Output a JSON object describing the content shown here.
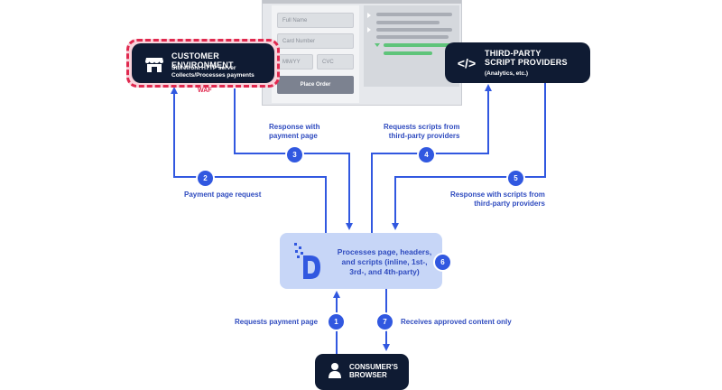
{
  "mockup": {
    "full_name_placeholder": "Full Name",
    "card_number_placeholder": "Card Number",
    "mmyy_placeholder": "MM/YY",
    "cvc_placeholder": "CVC",
    "place_order_label": "Place Order"
  },
  "customer_environment": {
    "title": "CUSTOMER ENVIRONMENT",
    "line1": "Storefront HTTP server",
    "line2": "Collects/Processes payments",
    "waf_label": "WAF",
    "icon": "storefront-icon"
  },
  "third_party": {
    "title_line1": "THIRD-PARTY",
    "title_line2": "SCRIPT PROVIDERS",
    "subtitle": "(Analytics, etc.)",
    "icon": "code-icon"
  },
  "processor": {
    "text_line1": "Processes page, headers,",
    "text_line2": "and scripts (inline, 1st-,",
    "text_line3": "3rd-, and 4th-party)",
    "icon": "d-logo-icon"
  },
  "consumer": {
    "title_line1": "CONSUMER'S",
    "title_line2": "BROWSER",
    "icon": "person-icon"
  },
  "steps": [
    {
      "number": "1",
      "label": "Requests payment page"
    },
    {
      "number": "2",
      "label": "Payment page request"
    },
    {
      "number": "3",
      "label_line1": "Response with",
      "label_line2": "payment page"
    },
    {
      "number": "4",
      "label_line1": "Requests scripts from",
      "label_line2": "third-party providers"
    },
    {
      "number": "5",
      "label_line1": "Response with scripts from",
      "label_line2": "third-party providers"
    },
    {
      "number": "6"
    },
    {
      "number": "7",
      "label": "Receives approved content only"
    }
  ],
  "colors": {
    "dark_navy": "#0f1b33",
    "accent_blue": "#3158e0",
    "label_blue": "#2f4bbf",
    "waf_red": "#e0284e",
    "processor_bg": "#c7d6f7"
  }
}
